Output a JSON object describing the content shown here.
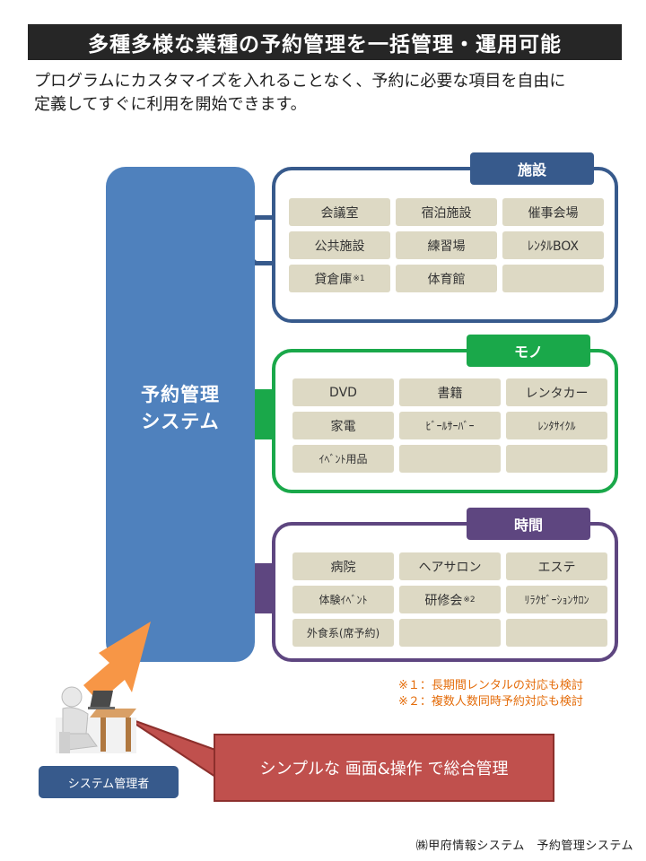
{
  "title": "多種多様な業種の予約管理を一括管理・運用可能",
  "intro": {
    "line1": "プログラムにカスタマイズを入れることなく、予約に必要な項目を自由に",
    "line2": "定義してすぐに利用を開始できます。"
  },
  "system": {
    "line1": "予約管理",
    "line2": "システム"
  },
  "panels": {
    "facility": {
      "tab": "施設",
      "items": [
        "会議室",
        "宿泊施設",
        "催事会場",
        "公共施設",
        "練習場",
        "ﾚﾝﾀﾙBOX",
        "貸倉庫",
        "体育館",
        ""
      ],
      "note_mark": "※1"
    },
    "mono": {
      "tab": "モノ",
      "items": [
        "DVD",
        "書籍",
        "レンタカー",
        "家電",
        "ﾋﾞｰﾙｻｰﾊﾞｰ",
        "ﾚﾝﾀｻｲｸﾙ",
        "ｲﾍﾞﾝﾄ用品",
        "",
        ""
      ]
    },
    "time": {
      "tab": "時間",
      "items": [
        "病院",
        "ヘアサロン",
        "エステ",
        "体験ｲﾍﾞﾝﾄ",
        "研修会",
        "ﾘﾗｸｾﾞｰｼｮﾝｻﾛﾝ",
        "外食系(席予約)",
        "",
        ""
      ],
      "note_mark": "※2"
    }
  },
  "notes": {
    "note1": "※１：長期間レンタルの対応も検討",
    "note2": "※２：複数人数同時予約対応も検討"
  },
  "admin": {
    "label": "システム管理者"
  },
  "callout": {
    "text": "シンプルな 画面&操作 で総合管理"
  },
  "footer": "㈱甲府情報システム　予約管理システム",
  "colors": {
    "system_blue": "#4f81bd",
    "facility": "#375a8c",
    "mono": "#1aa84a",
    "time": "#5e4680",
    "cell": "#ddd9c4",
    "note": "#e46c0a",
    "callout": "#c0504d",
    "arrow": "#f79646"
  }
}
